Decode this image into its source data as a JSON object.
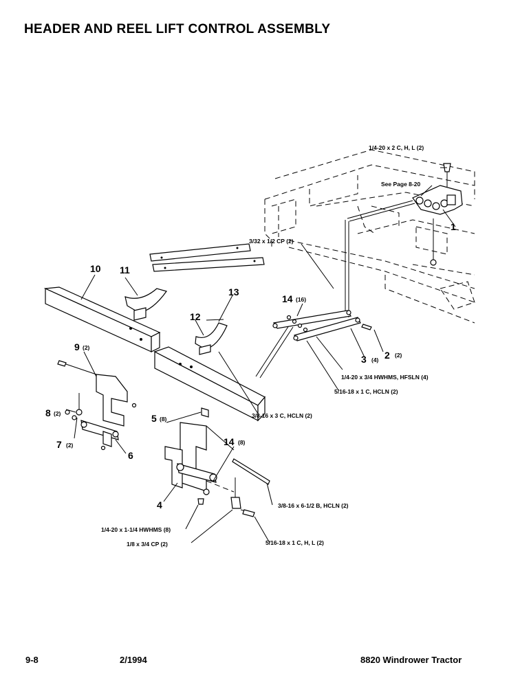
{
  "page": {
    "title": "HEADER AND REEL LIFT CONTROL ASSEMBLY",
    "page_number": "9-8",
    "date": "2/1994",
    "machine": "8820 Windrower Tractor"
  },
  "callouts": {
    "c1": {
      "num": "1",
      "qty": ""
    },
    "c2": {
      "num": "2",
      "qty": "(2)"
    },
    "c3": {
      "num": "3",
      "qty": "(4)"
    },
    "c4": {
      "num": "4",
      "qty": ""
    },
    "c5": {
      "num": "5",
      "qty": "(8)"
    },
    "c6": {
      "num": "6",
      "qty": ""
    },
    "c7": {
      "num": "7",
      "qty": "(2)"
    },
    "c8": {
      "num": "8",
      "qty": "(2)"
    },
    "c9": {
      "num": "9",
      "qty": "(2)"
    },
    "c10": {
      "num": "10",
      "qty": ""
    },
    "c11": {
      "num": "11",
      "qty": ""
    },
    "c12": {
      "num": "12",
      "qty": ""
    },
    "c13": {
      "num": "13",
      "qty": ""
    },
    "c14a": {
      "num": "14",
      "qty": "(16)"
    },
    "c14b": {
      "num": "14",
      "qty": "(8)"
    }
  },
  "hardware": {
    "h1": "1/4-20 x 2 C, H, L (2)",
    "h2": "See Page 8-20",
    "h3": "3/32 x 1/2 CP (2)",
    "h4": "1/4-20 x 3/4 HWHMS, HFSLN (4)",
    "h5": "5/16-18 x 1 C, HCLN (2)",
    "h6": "3/8-16 x 3 C, HCLN (2)",
    "h7": "3/8-16 x 6-1/2 B, HCLN (2)",
    "h8": "1/4-20 x 1-1/4 HWHMS (8)",
    "h9": "1/8 x 3/4 CP (2)",
    "h10": "5/16-18 x 1 C, H, L (2)"
  }
}
